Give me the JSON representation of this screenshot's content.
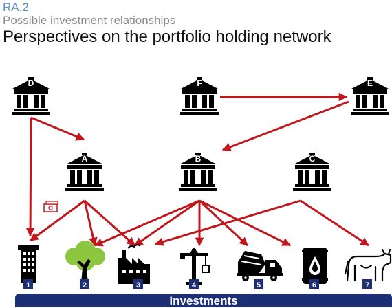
{
  "header": {
    "code": "RA.2",
    "subtitle": "Possible investment relationships",
    "title": "Perspectives on the portfolio holding network"
  },
  "investors": [
    {
      "label": "D"
    },
    {
      "label": "F"
    },
    {
      "label": "E"
    },
    {
      "label": "A"
    },
    {
      "label": "B"
    },
    {
      "label": "C"
    }
  ],
  "investments": [
    {
      "number": "1",
      "icon": "office-building-icon"
    },
    {
      "number": "2",
      "icon": "tree-icon"
    },
    {
      "number": "3",
      "icon": "factory-icon"
    },
    {
      "number": "4",
      "icon": "construction-crane-icon"
    },
    {
      "number": "5",
      "icon": "cement-mixer-truck-icon"
    },
    {
      "number": "6",
      "icon": "oil-barrel-icon"
    },
    {
      "number": "7",
      "icon": "cow-icon"
    }
  ],
  "links": [
    [
      "D",
      "A"
    ],
    [
      "D",
      "1"
    ],
    [
      "F",
      "E"
    ],
    [
      "E",
      "B"
    ],
    [
      "A",
      "1"
    ],
    [
      "A",
      "2"
    ],
    [
      "A",
      "3"
    ],
    [
      "B",
      "2"
    ],
    [
      "B",
      "3"
    ],
    [
      "B",
      "4"
    ],
    [
      "B",
      "5"
    ],
    [
      "B",
      "6"
    ],
    [
      "C",
      "3"
    ],
    [
      "C",
      "7"
    ]
  ],
  "footer": {
    "label": "Investments"
  },
  "colors": {
    "arrow": "#c0161c",
    "bank": "#000000",
    "badge": "#1c2f74",
    "footer": "#1c2f74",
    "tree": "#8dc63f"
  }
}
